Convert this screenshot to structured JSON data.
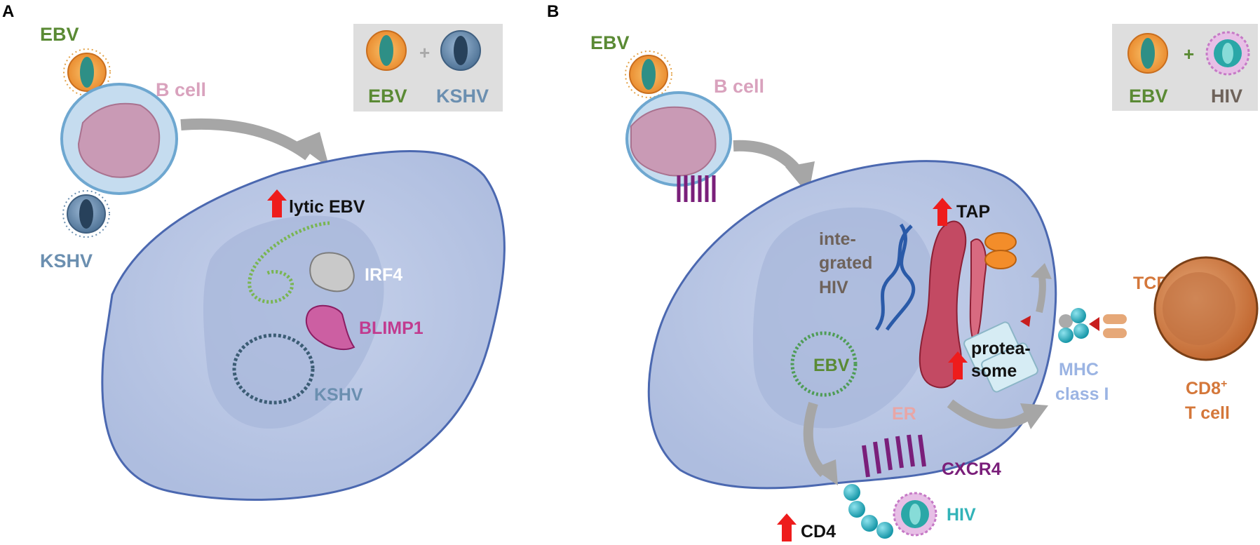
{
  "panel_a": {
    "letter": "A",
    "ebv_label": "EBV",
    "bcell_label": "B cell",
    "kshv_label": "KSHV",
    "legend": {
      "left": "EBV",
      "plus": "+",
      "right": "KSHV"
    },
    "lytic_label": "lytic EBV",
    "irf4_label": "IRF4",
    "blimp1_label": "BLIMP1",
    "kshv_episome_label": "KSHV"
  },
  "panel_b": {
    "letter": "B",
    "ebv_label": "EBV",
    "bcell_label": "B cell",
    "legend": {
      "left": "EBV",
      "plus": "+",
      "right": "HIV"
    },
    "integrated_hiv": [
      "inte-",
      "grated",
      "HIV"
    ],
    "tap_label": "TAP",
    "proteasome": [
      "protea-",
      "some"
    ],
    "ebv_episome_label": "EBV",
    "er_label": "ER",
    "cxcr4_label": "CXCR4",
    "cd4_label": "CD4",
    "hiv_label": "HIV",
    "mhc": [
      "MHC",
      "class I"
    ],
    "tcr_label": "TCR",
    "cd8": [
      "CD8",
      "+",
      "T cell"
    ]
  },
  "colors": {
    "ebv_green": "#5a8a34",
    "kshv_blue": "#6b8fb0",
    "bcell_pink": "#d9a2bd",
    "blimp_magenta": "#c13b8f",
    "hiv_grey": "#6e625a",
    "hiv_teal": "#32b3b8",
    "cxcr4_purple": "#7a1f7a",
    "mhc_blue": "#9bb4e3",
    "er_pink": "#e8a6a6",
    "tcell_orange": "#d4773a",
    "arrow_red": "#ee1c1c",
    "arrow_grey": "#a6a6a6",
    "legend_bg": "#dedede"
  }
}
